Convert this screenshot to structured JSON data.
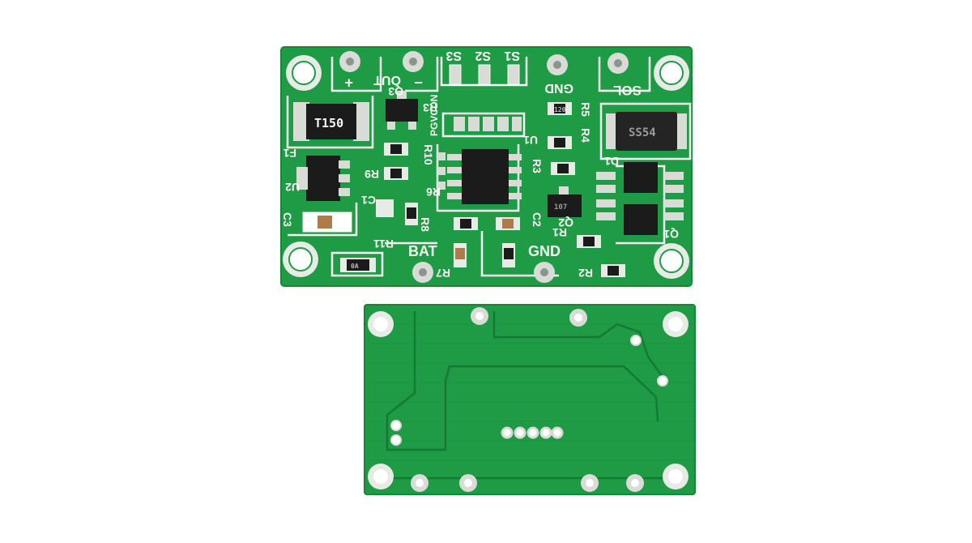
{
  "colors": {
    "background": "#ffffff",
    "pcb_green": "#1f9b45",
    "pcb_edge": "#17853a",
    "silkscreen": "#f4f7f2",
    "copper_pad": "#d9dcd6",
    "ic_black": "#1b1b1b"
  },
  "front_board": {
    "connector_labels": {
      "s3": "S3",
      "s2": "S2",
      "s1": "S1",
      "out": "OUT",
      "plus": "+",
      "minus": "−",
      "gnd_top": "GND",
      "sol": "SOL",
      "bat": "BAT",
      "gnd_bottom": "GND"
    },
    "components": {
      "fuse": "T150",
      "diode": "SS54",
      "mosfet_a": "107",
      "resistor_a": "120",
      "resistor_b": "0A"
    },
    "designators": {
      "r3": "R3",
      "r3b": "R3",
      "r4": "R4",
      "r5": "R5",
      "r6": "R6",
      "r8": "R8",
      "r9": "R9",
      "r10": "R10",
      "r11": "R11",
      "r1": "R1",
      "r2": "R2",
      "r7": "R7",
      "c1": "C1",
      "c2": "C2",
      "c3": "C3",
      "q1": "Q1",
      "q2": "Q2",
      "q3": "Q3",
      "u1": "U1",
      "u2": "U2",
      "f1": "F1",
      "d1": "D1",
      "pgvcdn": "PGVCDN"
    }
  }
}
